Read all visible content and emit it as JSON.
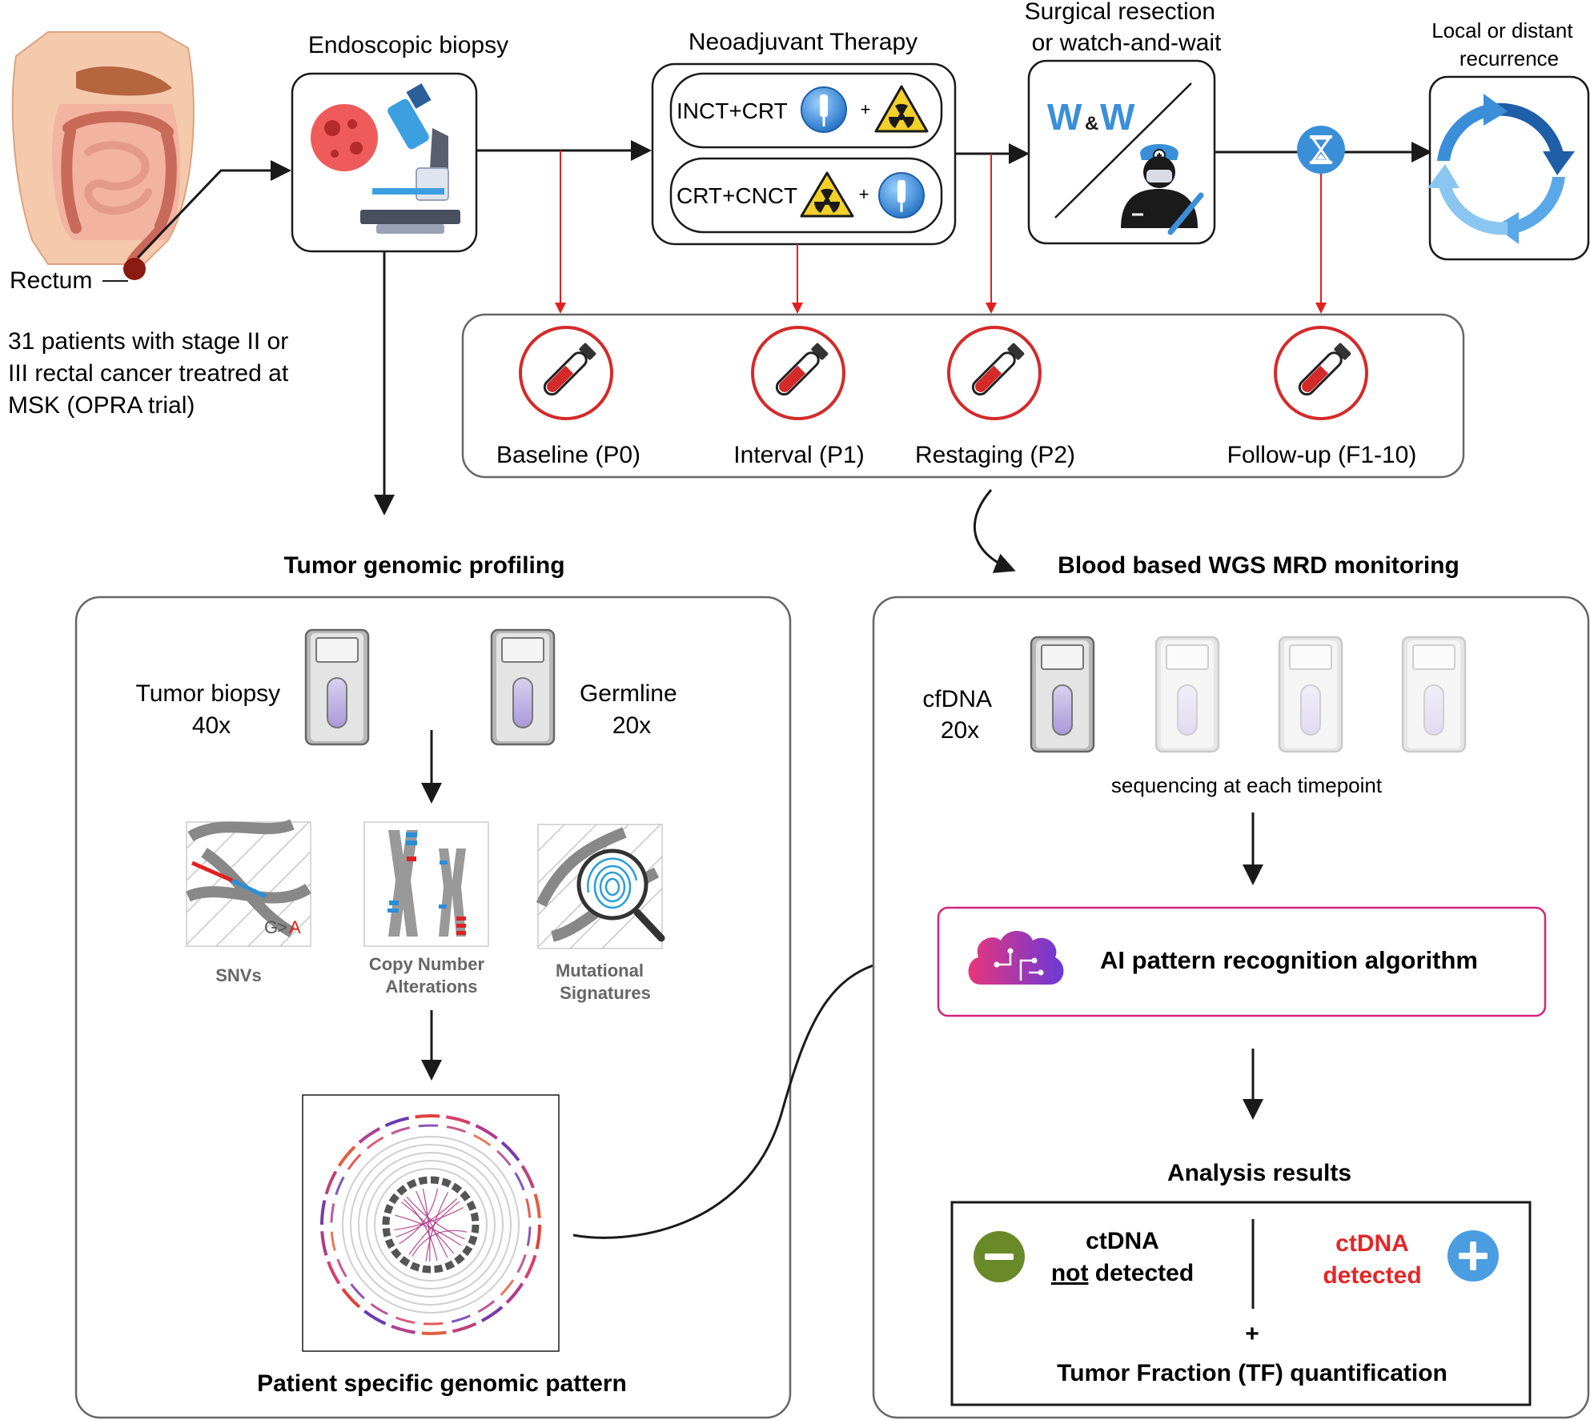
{
  "timeline": {
    "rectum_label": "Rectum",
    "patients_text": [
      "31 patients with stage II or",
      "III rectal cancer treatred at",
      "MSK (OPRA trial)"
    ],
    "biopsy_title": "Endoscopic biopsy",
    "neoadjuvant_title": "Neoadjuvant Therapy",
    "inct_label": "INCT+CRT",
    "crt_label": "CRT+CNCT",
    "plus": "+",
    "surgery_title": [
      "Surgical resection",
      "or watch-and-wait"
    ],
    "ww_left": "W",
    "ww_amp": "&",
    "ww_right": "W",
    "recurrence_title": [
      "Local or distant",
      "recurrence"
    ]
  },
  "timepoints": [
    {
      "label": "Baseline (P0)"
    },
    {
      "label": "Interval (P1)"
    },
    {
      "label": "Restaging (P2)"
    },
    {
      "label": "Follow-up (F1-10)"
    }
  ],
  "tumor": {
    "title": "Tumor genomic profiling",
    "tumor_biopsy": [
      "Tumor biopsy",
      "40x"
    ],
    "germline": [
      "Germline",
      "20x"
    ],
    "snv_mut": {
      "from": "G",
      "sep": ">",
      "to": "A"
    },
    "snvs_label": "SNVs",
    "cna_label": [
      "Copy Number",
      "Alterations"
    ],
    "sig_label": [
      "Mutational",
      "Signatures"
    ],
    "pattern_label": "Patient specific genomic pattern"
  },
  "blood": {
    "title": "Blood based WGS MRD monitoring",
    "cfdna": [
      "cfDNA",
      "20x"
    ],
    "sequencing_text": "sequencing at each timepoint",
    "ai_label": "AI pattern recognition algorithm",
    "results_title": "Analysis results",
    "neg_line1": "ctDNA",
    "neg_not": "not",
    "neg_rest": " detected",
    "pos_line1": "ctDNA",
    "pos_line2": "detected",
    "plus": "+",
    "tf_label": "Tumor Fraction (TF) quantification"
  },
  "colors": {
    "arrow_black": "#1a1a1a",
    "arrow_red": "#e02020",
    "tube_red": "#d42a2a",
    "positive_red": "#e32626",
    "negative_green": "#6a8a2a",
    "plus_blue": "#4a9de0",
    "ww_blue": "#3a8fd8",
    "ai_border": "#d4237a",
    "box_gray": "#555555"
  }
}
